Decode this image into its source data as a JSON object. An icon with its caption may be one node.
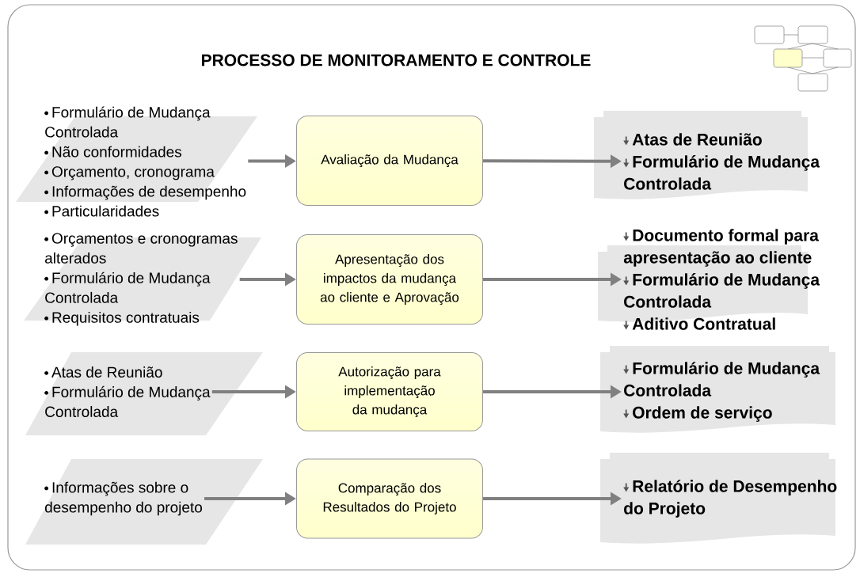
{
  "diagram": {
    "title": "PROCESSO DE MONITORAMENTO E CONTROLE",
    "nodes": [
      {
        "text": [
          "Formulário de Mudança Controlada",
          "Não conformidades",
          "Orçamento, cronograma",
          "Informações de desempenho",
          "Particularidades"
        ]
      },
      {
        "text": [
          "Avaliação da Mudança"
        ]
      },
      {
        "text": [
          "Atas de Reunião",
          "Formulário de Mudança Controlada"
        ]
      },
      {
        "text": [
          "Orçamentos e cronogramas alterados",
          "Formulário de Mudança Controlada",
          "Requisitos contratuais"
        ]
      },
      {
        "text": [
          "Apresentação dos impactos da mudança ao cliente e Aprovação"
        ]
      },
      {
        "text": [
          "Documento formal para apresentação ao cliente",
          "Formulário de Mudança Controlada",
          "Aditivo Contratual"
        ]
      },
      {
        "text": [
          "Atas de Reunião",
          "Formulário de Mudança Controlada"
        ]
      },
      {
        "text": [
          "Autorização para implementação da mudança"
        ]
      },
      {
        "text": [
          "Formulário de Mudança Controlada",
          "Ordem de serviço"
        ]
      },
      {
        "text": [
          "Informações sobre o desempenho do projeto"
        ]
      },
      {
        "text": [
          "Comparação dos Resultados do Projeto"
        ]
      },
      {
        "text": [
          "Relatório de Desempenho do Projeto"
        ]
      }
    ],
    "edges": [
      {
        "from": 0,
        "to": 1,
        "arrow": "to"
      },
      {
        "from": 1,
        "to": 2,
        "arrow": "to"
      },
      {
        "from": 3,
        "to": 4,
        "arrow": "to"
      },
      {
        "from": 4,
        "to": 5,
        "arrow": "to"
      },
      {
        "from": 6,
        "to": 7,
        "arrow": "to"
      },
      {
        "from": 7,
        "to": 8,
        "arrow": "to"
      },
      {
        "from": 9,
        "to": 10,
        "arrow": "to"
      },
      {
        "from": 10,
        "to": 11,
        "arrow": "to"
      }
    ]
  }
}
